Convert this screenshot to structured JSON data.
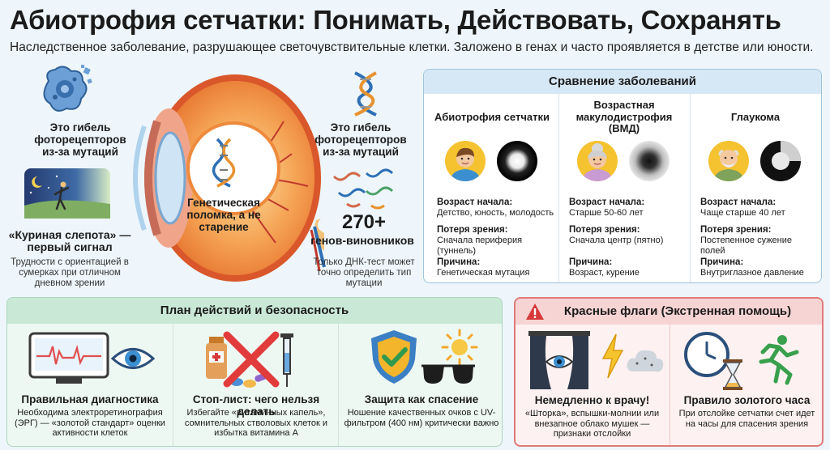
{
  "title": "Абиотрофия сетчатки: Понимать, Действовать, Сохранять",
  "subtitle": "Наследственное заболевание, разрушающее светочувствительные клетки. Заложено в генах и часто проявляется в детстве или юности.",
  "left": {
    "cell_label": "Это гибель фоторецепторов из-за мутаций",
    "night_label": "«Куриная слепота» — первый сигнал",
    "night_note": "Трудности с ориентацией в сумерках при отличном дневном зрении"
  },
  "eye": {
    "center_label": "Генетическая поломка, а не старение"
  },
  "right": {
    "dna_label": "Это гибель фоторецепторов из-за мутаций",
    "genes_count": "270+",
    "genes_label": "генов-виновников",
    "genes_note": "Только ДНК-тест может точно определить тип мутации"
  },
  "compare": {
    "heading": "Сравнение заболеваний",
    "onset_label": "Возраст начала:",
    "loss_label": "Потеря зрения:",
    "cause_label": "Причина:",
    "columns": [
      {
        "name": "Абиотрофия сетчатки",
        "onset": "Детство, юность, молодость",
        "loss": "Сначала периферия (туннель)",
        "cause": "Генетическая мутация"
      },
      {
        "name": "Возрастная макулодистрофия (ВМД)",
        "onset": "Старше 50-60 лет",
        "loss": "Сначала центр (пятно)",
        "cause": "Возраст, курение"
      },
      {
        "name": "Глаукома",
        "onset": "Чаще старше 40 лет",
        "loss": "Постепенное сужение полей",
        "cause": "Внутриглазное давление"
      }
    ]
  },
  "plan": {
    "heading": "План действий и безопасность",
    "items": [
      {
        "title": "Правильная диагностика",
        "desc": "Необходима электроретинография (ЭРГ) — «золотой стандарт» оценки активности клеток"
      },
      {
        "title": "Стоп-лист: чего нельзя делать",
        "desc": "Избегайте «витаминных капель», сомнительных стволовых клеток и избытка витамина А"
      },
      {
        "title": "Защита как спасение",
        "desc": "Ношение качественных очков с UV-фильтром (400 нм) критически важно"
      }
    ]
  },
  "red": {
    "heading": "Красные флаги (Экстренная помощь)",
    "items": [
      {
        "title": "Немедленно к врачу!",
        "desc": "«Шторка», вспышки-молнии или внезапное облако мушек — признаки отслойки"
      },
      {
        "title": "Правило золотого часа",
        "desc": "При отслойке сетчатки счет идет на часы для спасения зрения"
      }
    ]
  },
  "colors": {
    "accent_blue": "#d6e8f5",
    "accent_green": "#c9e9d6",
    "alert_red": "#e07a7a",
    "eye_orange": "#f08c3a",
    "avatar_yellow": "#f5c230"
  },
  "icons": [
    "photoreceptor-cell-icon",
    "night-blindness-icon",
    "eye-illustration",
    "dna-icon",
    "dna-cluster-icon",
    "erg-monitor-icon",
    "eye-icon",
    "pills-syringe-icon",
    "red-cross-icon",
    "shield-check-icon",
    "sunglasses-icon",
    "sun-icon",
    "curtain-eye-icon",
    "lightning-icon",
    "cloud-icon",
    "clock-icon",
    "hourglass-icon",
    "running-man-icon",
    "warning-icon"
  ]
}
